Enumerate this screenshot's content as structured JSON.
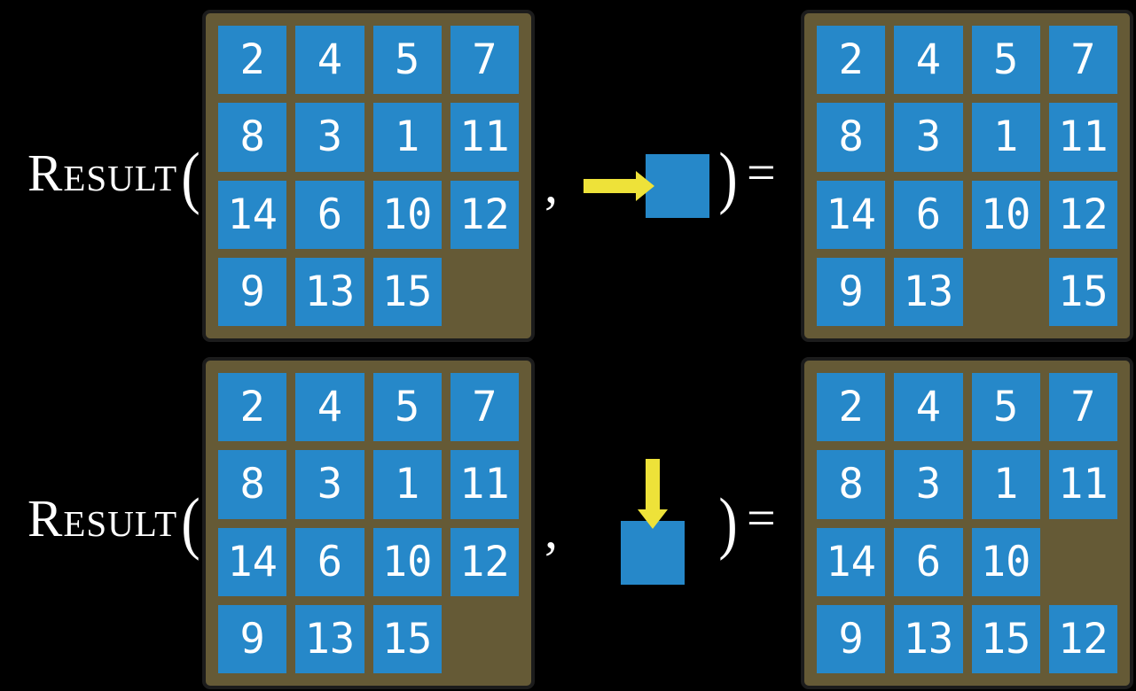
{
  "colors": {
    "background": "#000000",
    "tile_blue": "#2688c9",
    "board_brown": "#655a36",
    "board_border": "#1c1c1c",
    "arrow_yellow": "#eee239",
    "text": "#ffffff"
  },
  "expression": {
    "function_label": "Result",
    "open_paren": "(",
    "comma": ",",
    "close_paren": ")",
    "equals": "="
  },
  "examples": [
    {
      "id": "move-right",
      "arrow_direction": "right",
      "input_board": [
        [
          "2",
          "4",
          "5",
          "7"
        ],
        [
          "8",
          "3",
          "1",
          "11"
        ],
        [
          "14",
          "6",
          "10",
          "12"
        ],
        [
          "9",
          "13",
          "15",
          ""
        ]
      ],
      "output_board": [
        [
          "2",
          "4",
          "5",
          "7"
        ],
        [
          "8",
          "3",
          "1",
          "11"
        ],
        [
          "14",
          "6",
          "10",
          "12"
        ],
        [
          "9",
          "13",
          "",
          "15"
        ]
      ]
    },
    {
      "id": "move-down",
      "arrow_direction": "down",
      "input_board": [
        [
          "2",
          "4",
          "5",
          "7"
        ],
        [
          "8",
          "3",
          "1",
          "11"
        ],
        [
          "14",
          "6",
          "10",
          "12"
        ],
        [
          "9",
          "13",
          "15",
          ""
        ]
      ],
      "output_board": [
        [
          "2",
          "4",
          "5",
          "7"
        ],
        [
          "8",
          "3",
          "1",
          "11"
        ],
        [
          "14",
          "6",
          "10",
          ""
        ],
        [
          "9",
          "13",
          "15",
          "12"
        ]
      ]
    }
  ]
}
